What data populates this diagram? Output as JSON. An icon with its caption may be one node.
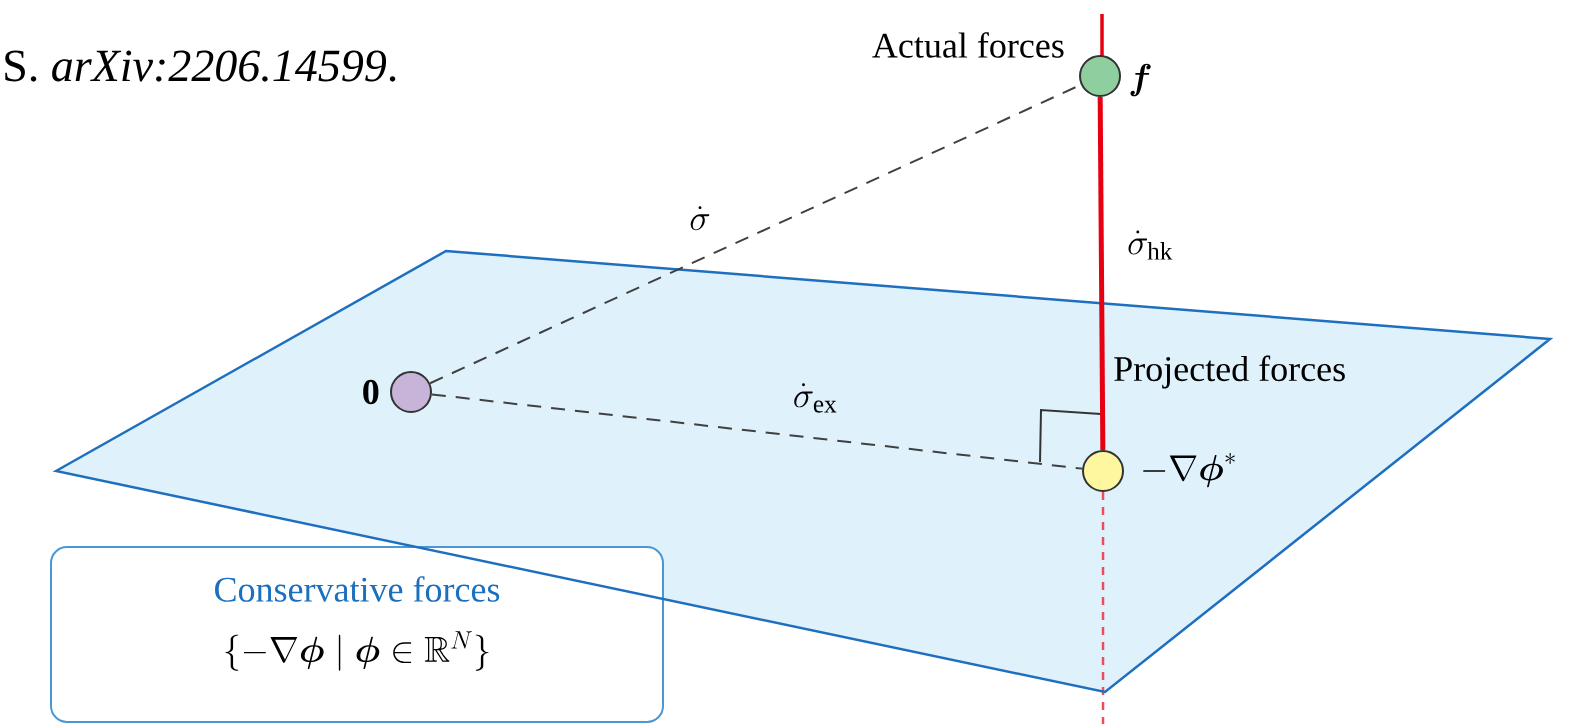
{
  "diagram": {
    "nodes": [
      {
        "text": [],
        "shape": "circle",
        "beside": [
          "0"
        ]
      },
      {
        "text": [],
        "shape": "circle",
        "beside": [
          "Actual forces",
          "\\boldsymbol{f}"
        ]
      },
      {
        "text": [],
        "shape": "circle",
        "beside": [
          "Projected forces",
          "-\\nabla\\boldsymbol{\\phi}^{*}"
        ]
      },
      {
        "text": [
          "Conservative forces",
          "\\{-\\nabla\\boldsymbol{\\phi} \\mid \\boldsymbol{\\phi}\\in\\mathbb{R}^{N}\\}"
        ]
      }
    ],
    "edges": [
      {
        "from": 0,
        "to": 1,
        "arrow": "none",
        "style": "dashed",
        "label": "\\dot{\\sigma}"
      },
      {
        "from": 0,
        "to": 2,
        "arrow": "none",
        "style": "dashed",
        "label": "\\dot{\\sigma}_{\\mathrm{ex}}"
      },
      {
        "from": 1,
        "to": 2,
        "arrow": "none",
        "style": "thick",
        "color": "#e60012",
        "label": "\\dot{\\sigma}_{\\mathrm{hk}}"
      }
    ],
    "labels": [
      "S. *arXiv:2206.14599*."
    ]
  }
}
